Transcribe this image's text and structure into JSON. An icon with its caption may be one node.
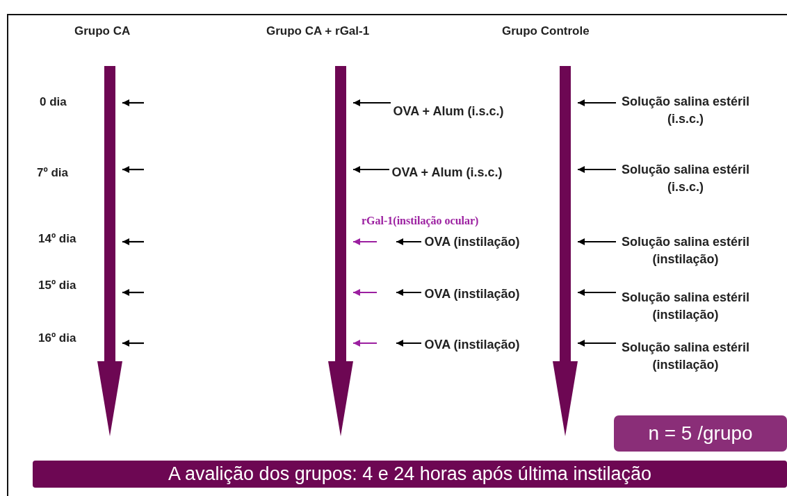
{
  "diagram": {
    "nodes": [
      {
        "text": [],
        "shape": "arrow",
        "beside": [
          "Grupo CA"
        ]
      },
      {
        "text": [],
        "shape": "arrow",
        "beside": [
          "Grupo CA + rGal-1"
        ]
      },
      {
        "text": [],
        "shape": "arrow",
        "beside": [
          "Grupo Controle"
        ]
      },
      {
        "text": [
          "OVA + Alum (i.s.c.)"
        ]
      },
      {
        "text": [
          "OVA + Alum (i.s.c.)"
        ]
      },
      {
        "text": [
          "OVA (instilação)"
        ]
      },
      {
        "text": [
          "OVA (instilação)"
        ]
      },
      {
        "text": [
          "OVA (instilação)"
        ]
      },
      {
        "text": [
          "Solução salina estéril (i.s.c.)"
        ]
      },
      {
        "text": [
          "Solução salina estéril (i.s.c.)"
        ]
      },
      {
        "text": [
          "Solução salina estéril (instilação)"
        ]
      },
      {
        "text": [
          "Solução salina estéril (instilação)"
        ]
      },
      {
        "text": [
          "Solução salina estéril (instilação)"
        ]
      },
      {
        "text": [
          "n = 5 /grupo"
        ]
      },
      {
        "text": [
          "A avalição dos grupos: 4 e 24 horas após última instilação"
        ]
      }
    ],
    "edges": [
      {
        "from": null,
        "to": 0,
        "arrow": "to"
      },
      {
        "from": null,
        "to": 0,
        "arrow": "to"
      },
      {
        "from": null,
        "to": 0,
        "arrow": "to"
      },
      {
        "from": null,
        "to": 0,
        "arrow": "to"
      },
      {
        "from": null,
        "to": 0,
        "arrow": "to"
      },
      {
        "from": 3,
        "to": 1,
        "arrow": "to"
      },
      {
        "from": 4,
        "to": 1,
        "arrow": "to"
      },
      {
        "from": 5,
        "to": null,
        "arrow": "to"
      },
      {
        "from": null,
        "to": 1,
        "arrow": "to",
        "color": "#9b1fa0"
      },
      {
        "from": 6,
        "to": null,
        "arrow": "to"
      },
      {
        "from": null,
        "to": 1,
        "arrow": "to",
        "color": "#9b1fa0"
      },
      {
        "from": 7,
        "to": null,
        "arrow": "to"
      },
      {
        "from": null,
        "to": 1,
        "arrow": "to",
        "color": "#9b1fa0"
      },
      {
        "from": 8,
        "to": 2,
        "arrow": "to"
      },
      {
        "from": 9,
        "to": 2,
        "arrow": "to"
      },
      {
        "from": 10,
        "to": 2,
        "arrow": "to"
      },
      {
        "from": 11,
        "to": 2,
        "arrow": "to"
      },
      {
        "from": 12,
        "to": 2,
        "arrow": "to"
      }
    ],
    "labels": [
      "0 dia",
      "7º dia",
      "14º dia",
      "15º dia",
      "16º dia",
      "rGal-1(instilação ocular)"
    ]
  }
}
